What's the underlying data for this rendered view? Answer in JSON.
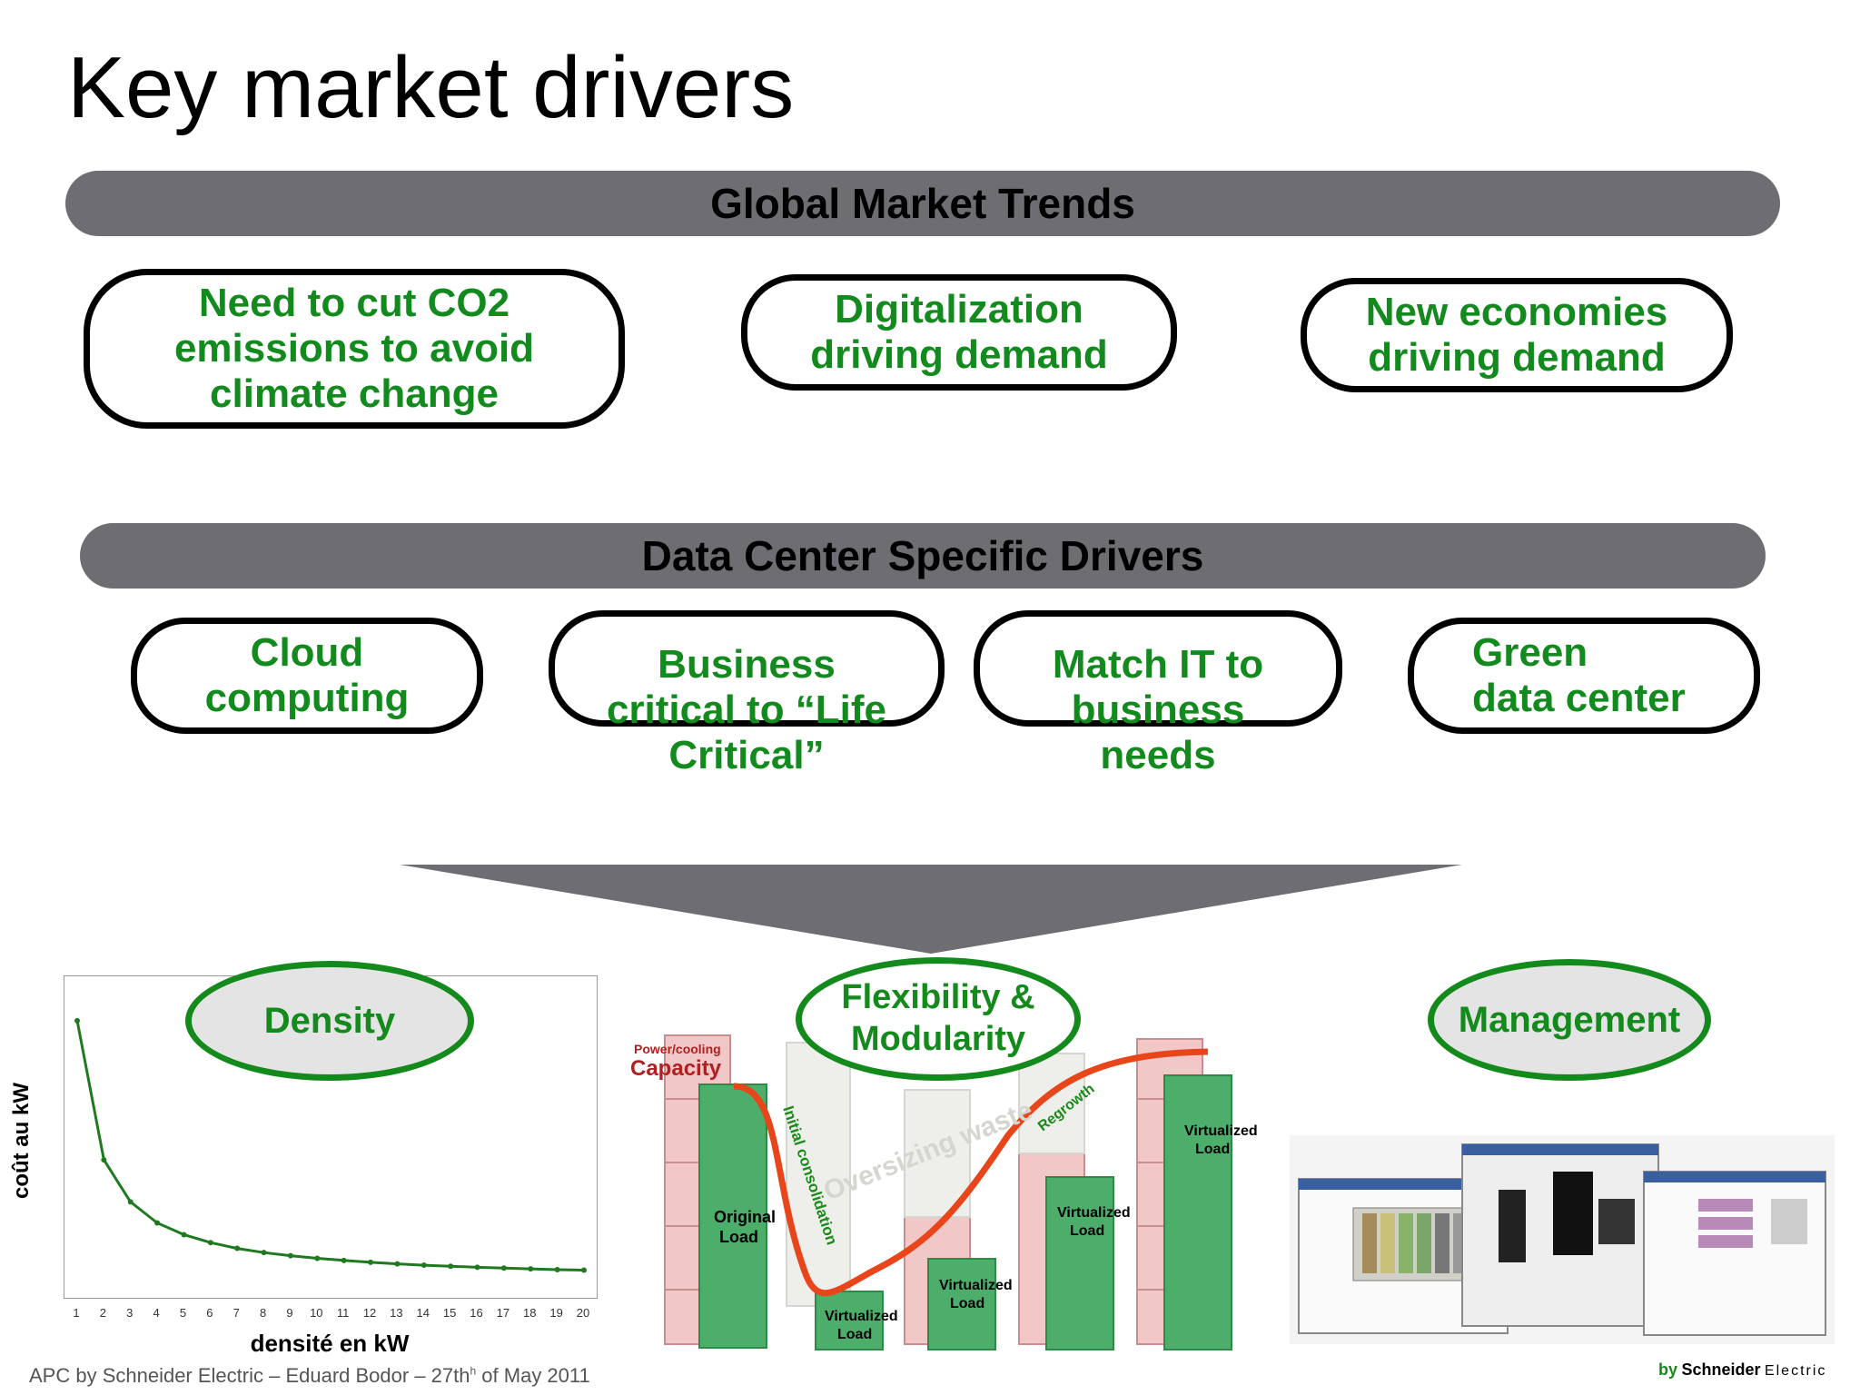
{
  "title": "Key market drivers",
  "global_banner": "Global Market Trends",
  "global_trends": [
    "Need to cut CO2\nemissions to avoid\nclimate change",
    "Digitalization\ndriving demand",
    "New economies\ndriving demand"
  ],
  "dc_banner": "Data Center Specific Drivers",
  "dc_drivers": [
    "Cloud\ncomputing",
    "Business\ncritical to “Life\nCritical”",
    "Match IT to\nbusiness\nneeds",
    "Green\ndata center"
  ],
  "ovals": {
    "density": "Density",
    "flexibility": "Flexibility &\nModularity",
    "management": "Management"
  },
  "load_diagram": {
    "capacity_small": "Power/cooling",
    "capacity_big": "Capacity",
    "original_load": "Original\nLoad",
    "virtualized_load": "Virtualized\nLoad",
    "initial_consolidation": "Initial consolidation",
    "oversizing_waste": "Oversizing waste",
    "regrowth": "Regrowth"
  },
  "footer": {
    "left": "APC by Schneider Electric – Eduard Bodor – 27th",
    "left_sup": "h",
    "left_end": " of May 2011",
    "brand_by": "by",
    "brand_name": "Schneider",
    "brand_elec": "Electric"
  },
  "chart_data": {
    "type": "line",
    "xlabel": "densité en kW",
    "ylabel": "coût au kW",
    "categories": [
      "1",
      "2",
      "3",
      "4",
      "5",
      "6",
      "7",
      "8",
      "9",
      "10",
      "11",
      "12",
      "13",
      "14",
      "15",
      "16",
      "17",
      "18",
      "19",
      "20"
    ],
    "series": [
      {
        "values": [
          100,
          47,
          31,
          23,
          18.5,
          15.5,
          13.3,
          11.7,
          10.5,
          9.5,
          8.7,
          8.0,
          7.4,
          6.9,
          6.5,
          6.1,
          5.8,
          5.5,
          5.2,
          5.0
        ]
      }
    ],
    "ylim": [
      0,
      110
    ],
    "grid": false,
    "line_color": "#1f7a1f"
  }
}
